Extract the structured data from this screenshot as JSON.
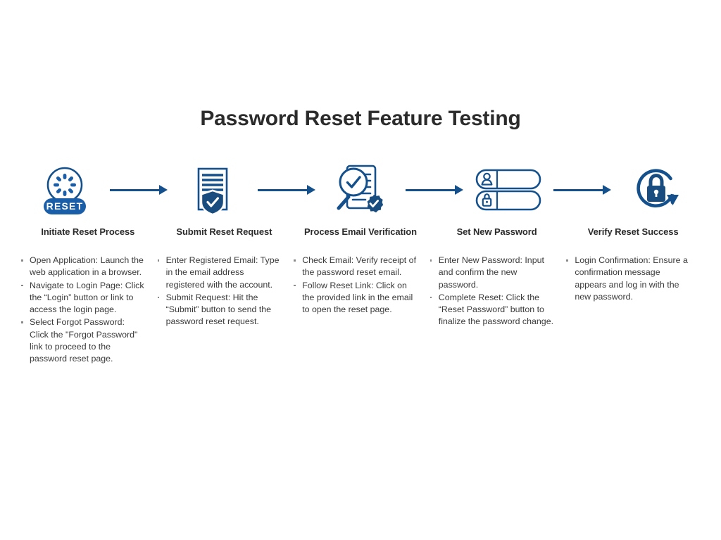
{
  "document": {
    "title": "Password Reset Feature Testing"
  },
  "colors": {
    "accent_dark": "#14518c",
    "accent_navy": "#1a4d7f",
    "accent_mid": "#1b5ea8",
    "text": "#3a3a3a",
    "heading": "#2b2b2b",
    "background": "#ffffff"
  },
  "flow": {
    "arrow_count": 4,
    "steps": [
      {
        "id": "step-1",
        "icon": "reset-spinner-icon",
        "icon_badge_label": "RESET",
        "heading": "Initiate Reset Process",
        "bullets": [
          "Open Application: Launch the web application in a browser.",
          "Navigate to Login Page: Click the “Login” button or link to access the login page.",
          "Select Forgot Password: Click the \"Forgot Password\" link to proceed to the password reset page."
        ]
      },
      {
        "id": "step-2",
        "icon": "document-shield-check-icon",
        "heading": "Submit Reset Request",
        "bullets": [
          "Enter Registered Email: Type in the email address registered with the account.",
          "Submit Request: Hit the “Submit” button to send the password reset request."
        ]
      },
      {
        "id": "step-3",
        "icon": "document-magnifier-verify-icon",
        "heading": "Process Email Verification",
        "bullets": [
          "Check Email: Verify receipt of the password reset email.",
          "Follow Reset Link: Click on the provided link in the email to open the reset page."
        ]
      },
      {
        "id": "step-4",
        "icon": "login-form-fields-icon",
        "heading": "Set New Password",
        "bullets": [
          "Enter New Password: Input and confirm the new password.",
          "Complete Reset: Click the “Reset Password” button to finalize the password change."
        ]
      },
      {
        "id": "step-5",
        "icon": "padlock-refresh-icon",
        "heading": "Verify Reset Success",
        "bullets": [
          "Login Confirmation: Ensure a confirmation message appears and log in with the new password."
        ]
      }
    ]
  }
}
